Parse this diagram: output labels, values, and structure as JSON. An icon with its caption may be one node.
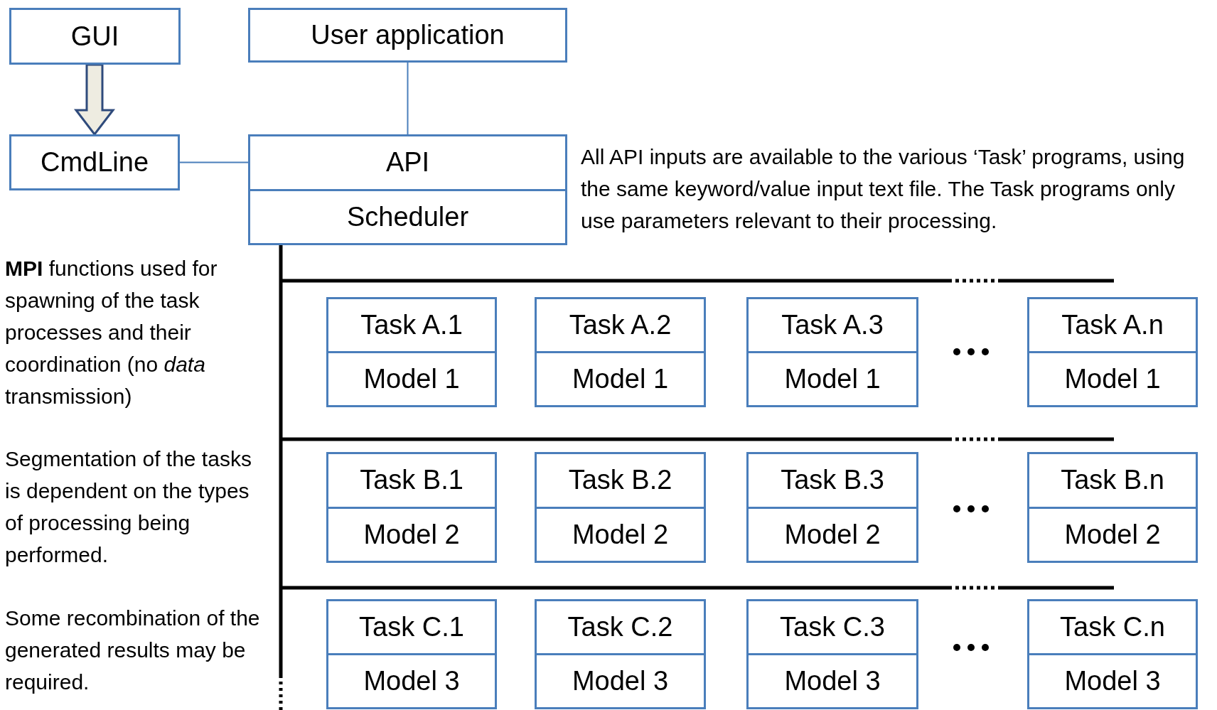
{
  "diagram": {
    "nodes": [
      {
        "text": [
          "GUI"
        ]
      },
      {
        "text": [
          "User application"
        ]
      },
      {
        "text": [
          "CmdLine"
        ]
      },
      {
        "text": [
          "API",
          "Scheduler"
        ]
      },
      {
        "text": [
          "Task A.1",
          "Model 1"
        ]
      },
      {
        "text": [
          "Task A.2",
          "Model 1"
        ]
      },
      {
        "text": [
          "Task A.3",
          "Model 1"
        ]
      },
      {
        "text": [
          "Task A.n",
          "Model 1"
        ]
      },
      {
        "text": [
          "Task B.1",
          "Model 2"
        ]
      },
      {
        "text": [
          "Task B.2",
          "Model 2"
        ]
      },
      {
        "text": [
          "Task B.3",
          "Model 2"
        ]
      },
      {
        "text": [
          "Task B.n",
          "Model 2"
        ]
      },
      {
        "text": [
          "Task C.1",
          "Model 3"
        ]
      },
      {
        "text": [
          "Task C.2",
          "Model 3"
        ]
      },
      {
        "text": [
          "Task C.3",
          "Model 3"
        ]
      },
      {
        "text": [
          "Task C.n",
          "Model 3"
        ]
      }
    ],
    "edges": [
      {
        "from": 0,
        "to": 2,
        "arrow": "to"
      },
      {
        "from": 1,
        "to": 3,
        "arrow": "none"
      },
      {
        "from": 2,
        "to": 3,
        "arrow": "none"
      }
    ],
    "labels": [
      "All API inputs are available to the various ‘Task’ programs, using the same keyword/value input text file.  The Task programs only use parameters relevant to their processing.",
      "**MPI** functions used for spawning of the task processes and their coordination (no *data* transmission)",
      "Segmentation of the tasks is dependent on the types of processing being performed.",
      "Some recombination of the generated results may be required."
    ]
  }
}
